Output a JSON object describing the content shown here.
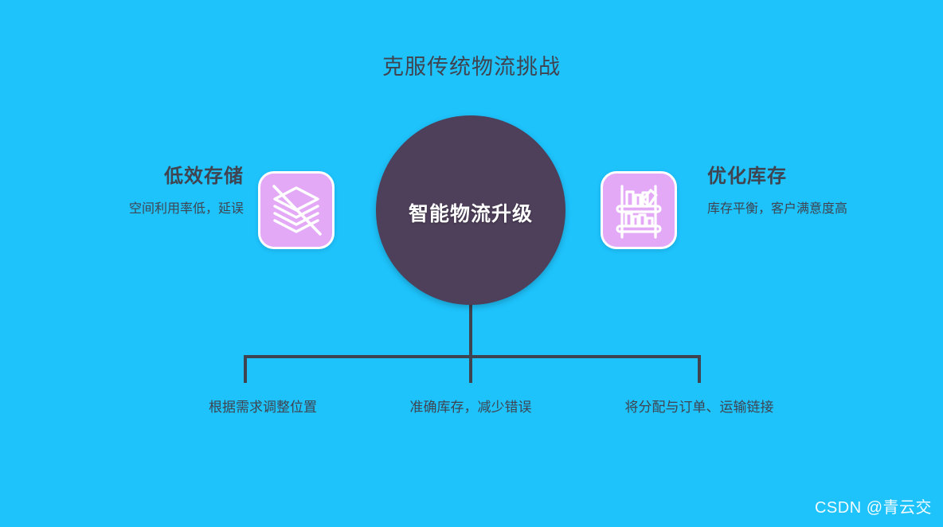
{
  "slide": {
    "title": "克服传统物流挑战",
    "background_color": "#1ec3fc",
    "text_color": "#3f4450"
  },
  "center": {
    "label": "智能物流升级",
    "circle_color": "#4e3f5a",
    "label_color": "#ffffff"
  },
  "sides": {
    "left": {
      "heading": "低效存储",
      "description": "空间利用率低，延误",
      "icon": "stacked-layers-disabled-icon",
      "tile_color": "#e3a9f7"
    },
    "right": {
      "heading": "优化库存",
      "description": "库存平衡，客户满意度高",
      "icon": "bookshelf-inventory-icon",
      "tile_color": "#e3a9f7"
    }
  },
  "outcomes": [
    {
      "label": "根据需求调整位置"
    },
    {
      "label": "准确库存，减少错误"
    },
    {
      "label": "将分配与订单、运输链接"
    }
  ],
  "watermark": {
    "text": "CSDN @青云交"
  }
}
